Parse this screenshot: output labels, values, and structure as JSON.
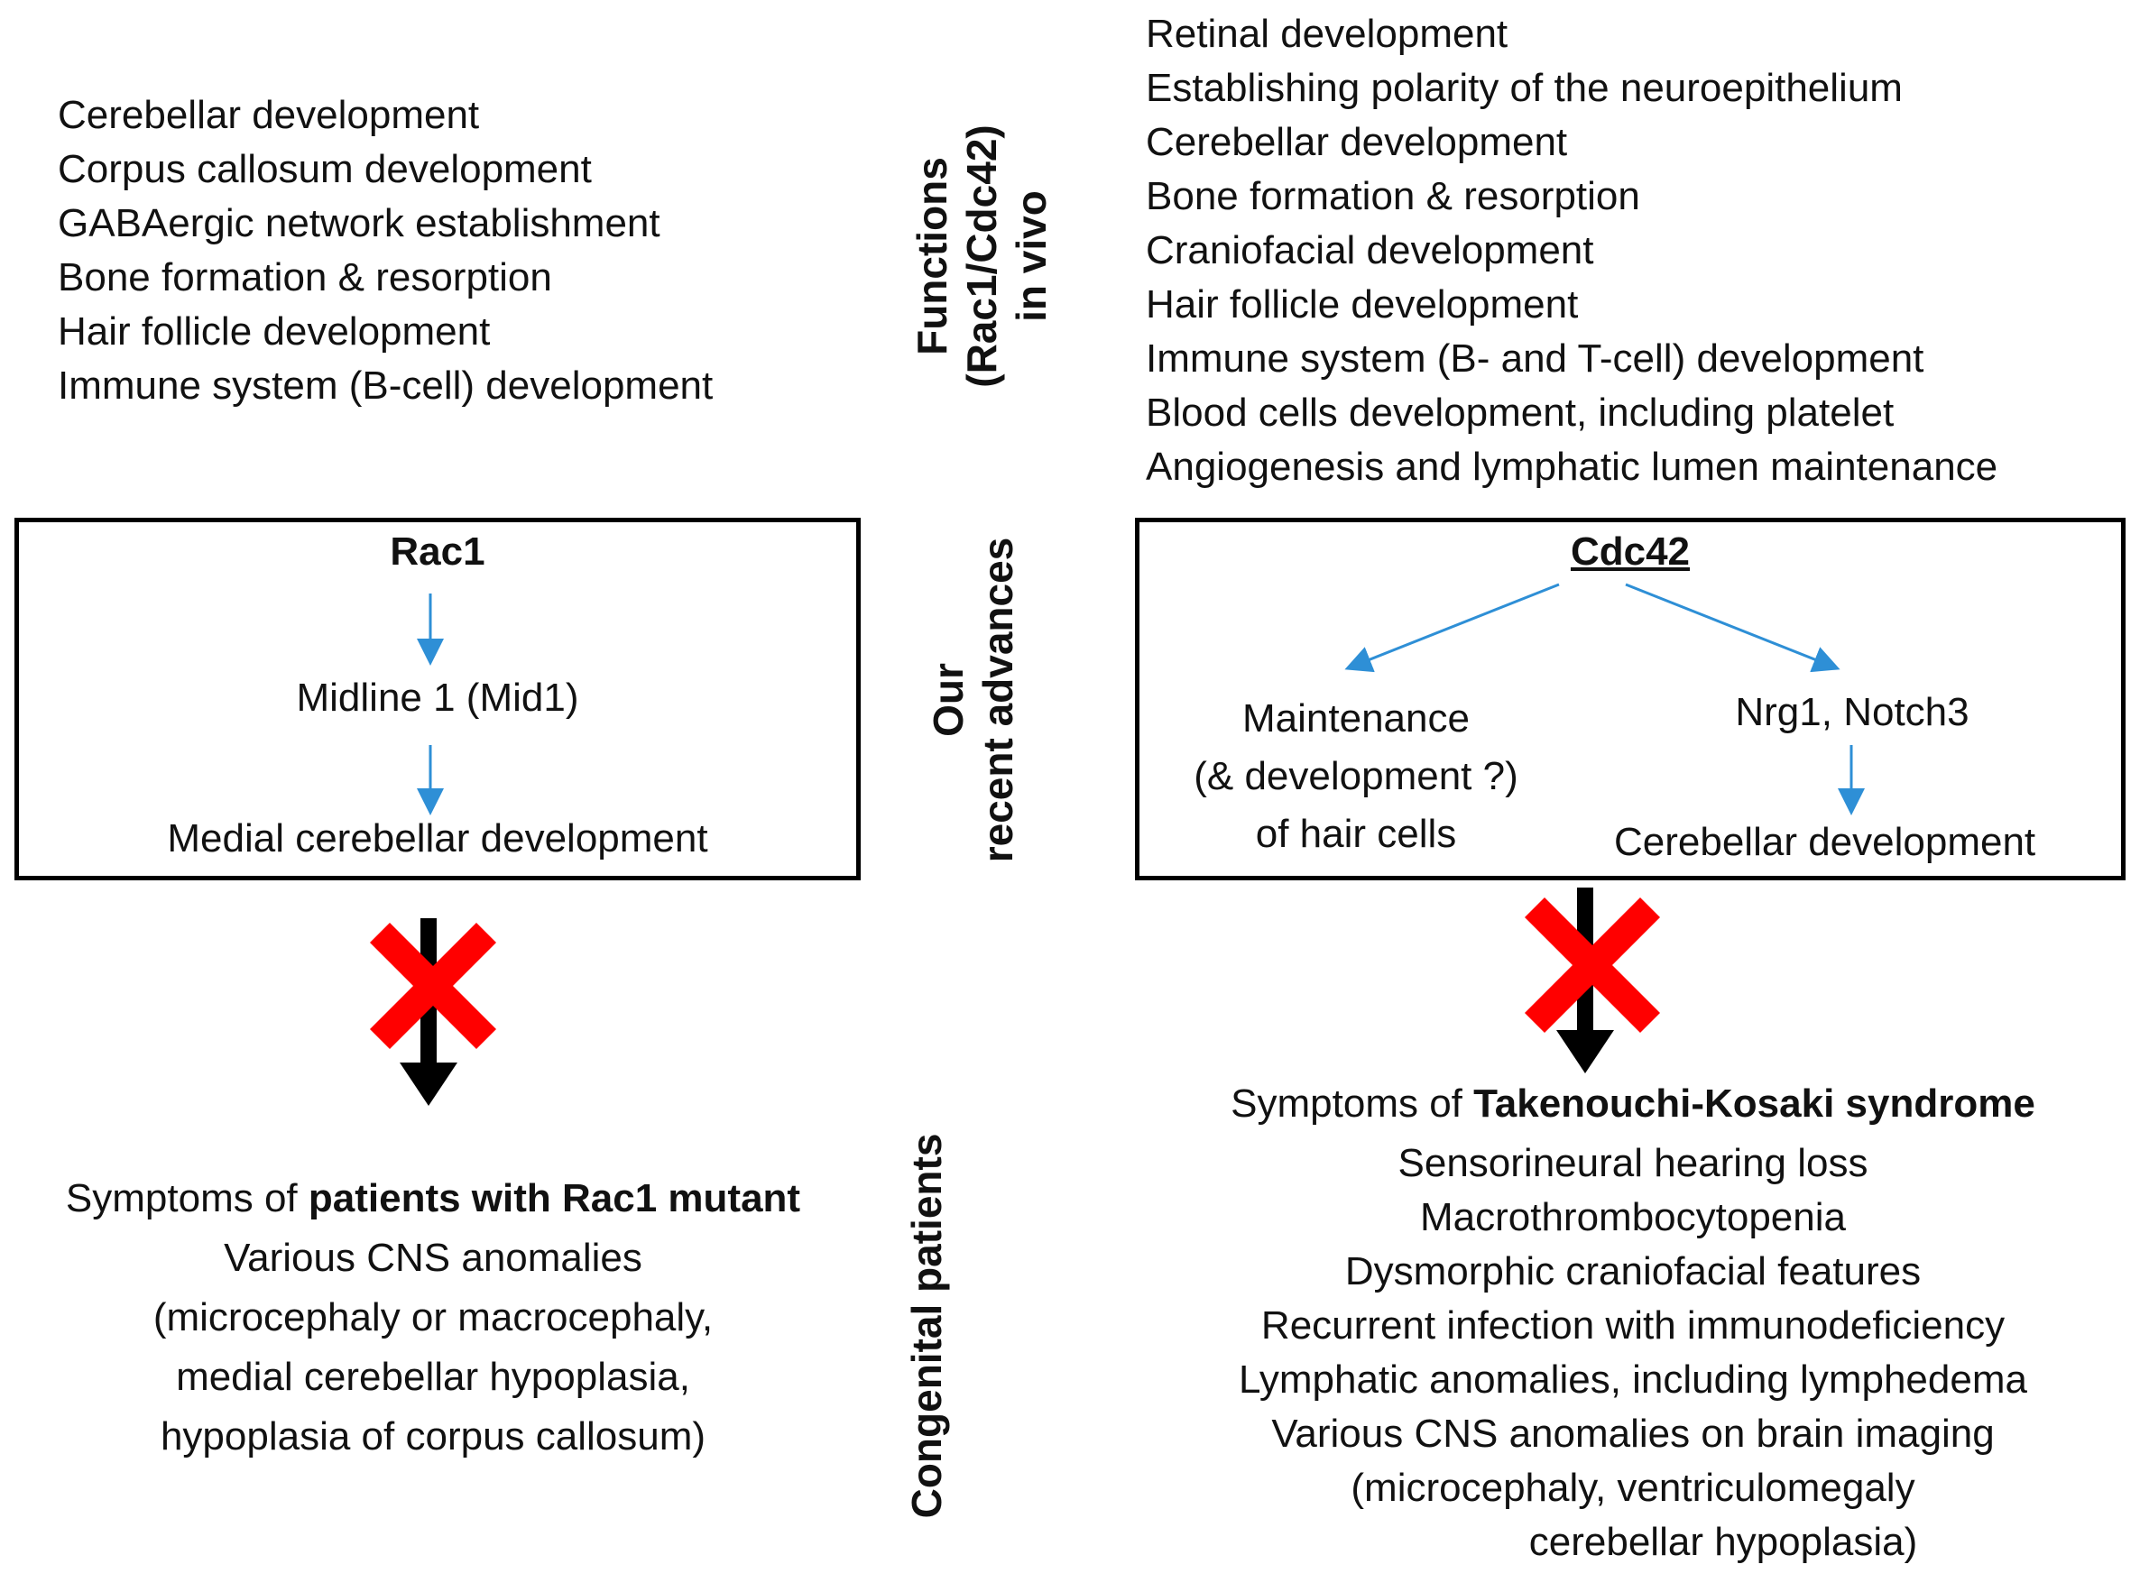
{
  "rac1_functions": [
    "Cerebellar development",
    "Corpus callosum development",
    "GABAergic network establishment",
    "Bone formation & resorption",
    "Hair follicle development",
    "Immune system (B-cell) development"
  ],
  "cdc42_functions": [
    "Retinal development",
    "Establishing polarity of the neuroepithelium",
    "Cerebellar development",
    "Bone formation & resorption",
    "Craniofacial development",
    "Hair follicle development",
    "Immune system (B- and T-cell) development",
    "Blood cells development, including platelet",
    "Angiogenesis and lymphatic lumen maintenance"
  ],
  "side_labels": {
    "functions_line1": "Functions",
    "functions_line2": "(Rac1/Cdc42)",
    "functions_line3": "in vivo",
    "advances_line1": "Our",
    "advances_line2": "recent advances",
    "patients": "Congenital patients"
  },
  "rac1_box": {
    "title": "Rac1",
    "step1": "Midline 1 (Mid1)",
    "step2": "Medial cerebellar development"
  },
  "cdc42_box": {
    "title": "Cdc42",
    "left_line1": "Maintenance",
    "left_line2": "(& development ?)",
    "left_line3": "of hair cells",
    "right_line1": "Nrg1, Notch3",
    "right_line2": "Cerebellar development"
  },
  "rac1_symptoms": {
    "prefix": "Symptoms of ",
    "bold": "patients with Rac1 mutant",
    "lines": [
      "Various CNS anomalies",
      "(microcephaly or macrocephaly,",
      "medial cerebellar hypoplasia,",
      "hypoplasia of corpus callosum)"
    ]
  },
  "cdc42_symptoms": {
    "prefix": "Symptoms of ",
    "bold": "Takenouchi-Kosaki syndrome",
    "lines": [
      "Sensorineural hearing loss",
      "Macrothrombocytopenia",
      "Dysmorphic craniofacial features",
      "Recurrent infection with immunodeficiency",
      "Lymphatic anomalies, including lymphedema",
      "Various CNS anomalies on brain imaging",
      "(microcephaly, ventriculomegaly",
      "cerebellar hypoplasia)"
    ]
  },
  "colors": {
    "arrow_blue": "#2e8fd6",
    "cross_red": "#ff0000",
    "border": "#000000"
  }
}
